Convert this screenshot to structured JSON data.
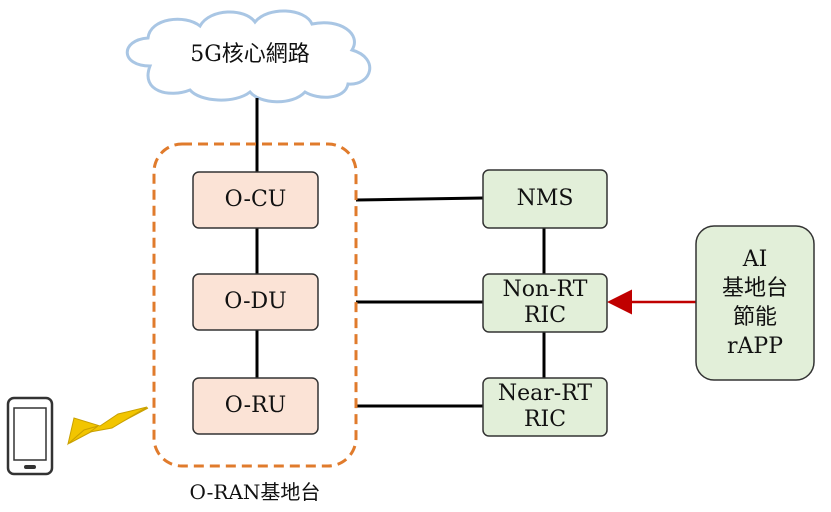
{
  "cloud": {
    "label": "5G核心網路"
  },
  "oran": {
    "label": "O-RAN基地台"
  },
  "nodes": {
    "ocu": {
      "label": "O-CU"
    },
    "odu": {
      "label": "O-DU"
    },
    "oru": {
      "label": "O-RU"
    },
    "nms": {
      "label": "NMS"
    },
    "nonrt": {
      "line1": "Non-RT",
      "line2": "RIC"
    },
    "nearrt": {
      "line1": "Near-RT",
      "line2": "RIC"
    },
    "rapp": {
      "line1": "AI",
      "line2": "基地台",
      "line3": "節能",
      "line4": "rAPP"
    }
  },
  "colors": {
    "orange_box_fill": "#fbe3d6",
    "green_box_fill": "#e2efd9",
    "dashed_border": "#e07b2c",
    "arrow": "#c00000",
    "lightning": "#f2c500",
    "cloud_stroke": "#a9c6e4"
  },
  "icons": {
    "phone": "smartphone-icon",
    "signal": "lightning-bolt-icon"
  }
}
